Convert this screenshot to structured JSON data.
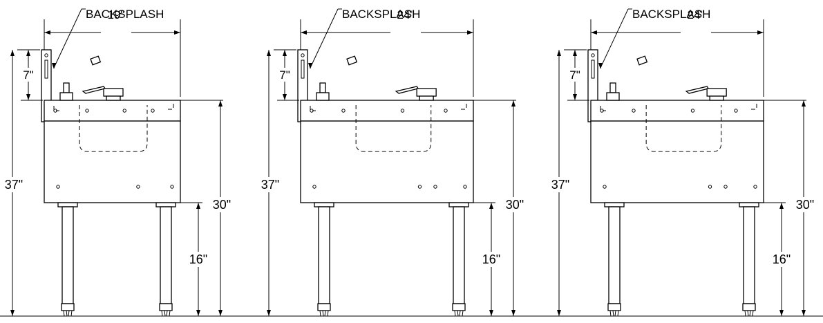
{
  "sinks": [
    {
      "backsplash_label": "BACKSPLASH",
      "width_label": "19\"",
      "height_label": "37\"",
      "splash_label": "7\"",
      "counter_label": "30\"",
      "leg_label": "16\""
    },
    {
      "backsplash_label": "BACKSPLASH",
      "width_label": "24\"",
      "height_label": "37\"",
      "splash_label": "7\"",
      "counter_label": "30\"",
      "leg_label": "16\""
    },
    {
      "backsplash_label": "BACKSPLASH",
      "width_label": "24\"",
      "height_label": "37\"",
      "splash_label": "7\"",
      "counter_label": "30\"",
      "leg_label": "16\""
    }
  ]
}
